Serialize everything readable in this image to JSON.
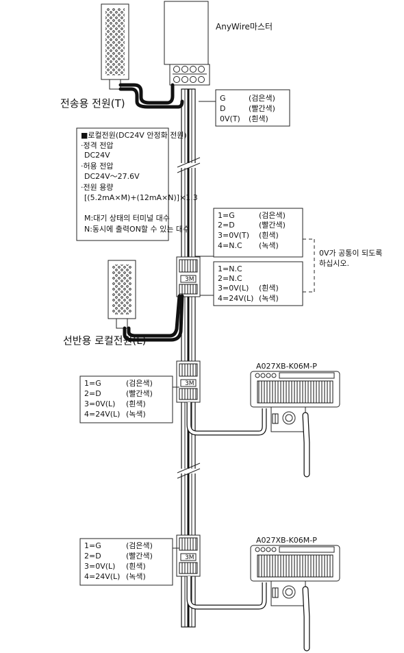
{
  "master": {
    "title": "AnyWire마스터"
  },
  "labels": {
    "transmission_power": "전송용 전원(T)",
    "panel_local_power": "선반용 로컬전원(L)",
    "zero_v_note": [
      "0V가 공통이 되도록",
      "하십시오."
    ]
  },
  "local_power_spec": {
    "lines": [
      "■로컬전원(DC24V 안정화 전원)",
      "·정격 전압",
      "DC24V",
      "·허용 전압",
      "DC24V～27.6V",
      "·전원 용량",
      "[(5.2mA×M)+(12mA×N)]×1.3",
      "",
      "M:대기 상태의 터미널 대수",
      "N:동시에 출력ON할 수 있는 대수"
    ]
  },
  "master_wiring": {
    "left": [
      "G",
      "D",
      "0V(T)"
    ],
    "right": [
      "(검은색)",
      "(빨간색)",
      "(흰색)"
    ]
  },
  "connector_upper": {
    "left": [
      "1=G",
      "2=D",
      "3=0V(T)",
      "4=N.C"
    ],
    "right": [
      "(검은색)",
      "(빨간색)",
      "(흰색)",
      "(녹색)"
    ]
  },
  "connector_lower": {
    "left": [
      "1=N.C",
      "2=N.C",
      "3=0V(L)",
      "4=24V(L)"
    ],
    "right": [
      "",
      "",
      "(흰색)",
      "(녹색)"
    ]
  },
  "terminal_connector_1": {
    "left": [
      "1=G",
      "2=D",
      "3=0V(L)",
      "4=24V(L)"
    ],
    "right": [
      "(검은색)",
      "(빨간색)",
      "(흰색)",
      "(녹색)"
    ]
  },
  "terminal_connector_2": {
    "left": [
      "1=G",
      "2=D",
      "3=0V(L)",
      "4=24V(L)"
    ],
    "right": [
      "(검은색)",
      "(빨간색)",
      "(흰색)",
      "(녹색)"
    ]
  },
  "device_model_1": "A027XB-K06M-P",
  "device_model_2": "A027XB-K06M-P",
  "connector_mark": "3M",
  "colors": {
    "line": "#222222",
    "fill": "#ffffff",
    "cable": "#111111"
  }
}
